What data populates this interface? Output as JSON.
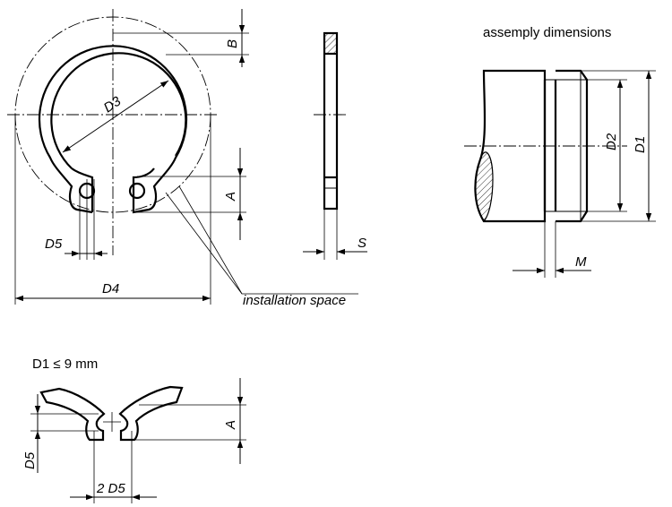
{
  "labels": {
    "b": "B",
    "d3": "D3",
    "a_top": "A",
    "d5_top": "D5",
    "s": "S",
    "d4": "D4",
    "installation_space": "installation space",
    "assembly_title": "assemply dimensions",
    "d2": "D2",
    "d1": "D1",
    "m": "M",
    "small_ring_title": "D1 ≤ 9 mm",
    "a_bottom": "A",
    "d5_bottom": "D5",
    "two_d5": "2 D5"
  }
}
